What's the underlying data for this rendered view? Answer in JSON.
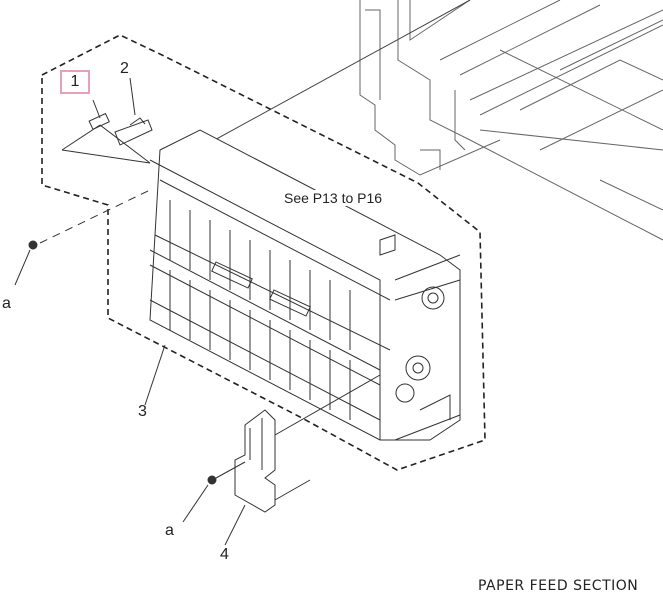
{
  "labels": {
    "part1": "1",
    "part2": "2",
    "part3": "3",
    "part4": "4",
    "screw_a_top": "a",
    "screw_a_bottom": "a"
  },
  "reference_note": "See P13 to P16",
  "section_title": "PAPER FEED SECTION",
  "colors": {
    "line": "#333333",
    "highlight_box": "#e8a0b8"
  }
}
